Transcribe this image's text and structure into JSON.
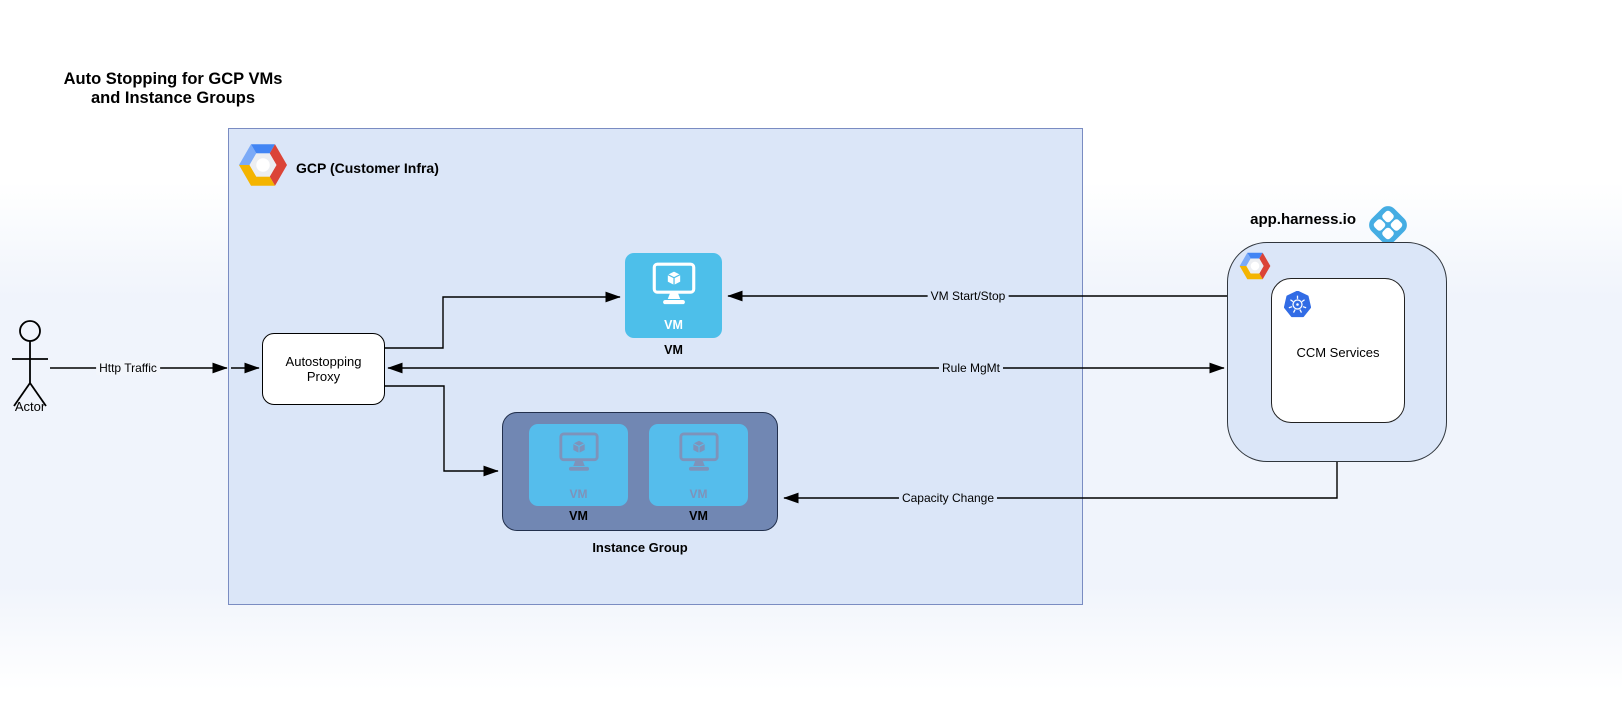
{
  "title": {
    "line1": "Auto Stopping for GCP VMs",
    "line2": "and Instance Groups"
  },
  "actor": {
    "label": "Actor"
  },
  "gcp_container": {
    "label": "GCP (Customer Infra)",
    "logo": "gcp-logo"
  },
  "proxy": {
    "label": "Autostopping Proxy"
  },
  "vm": {
    "icon_label": "VM",
    "caption": "VM",
    "icon": "vm-monitor-icon"
  },
  "instance_group": {
    "label": "Instance Group",
    "vms": [
      {
        "icon_label": "VM",
        "caption": "VM"
      },
      {
        "icon_label": "VM",
        "caption": "VM"
      }
    ]
  },
  "harness": {
    "label": "app.harness.io",
    "logo": "harness-logo",
    "gcp_logo": "gcp-logo",
    "ccm": {
      "label": "CCM Services",
      "icon": "kubernetes-logo"
    }
  },
  "edges": {
    "http_traffic": "Http Traffic",
    "vm_start_stop": "VM Start/Stop",
    "rule_mgmt": "Rule MgMt",
    "capacity_change": "Capacity Change"
  },
  "colors": {
    "gcp_fill": "#dbe6f8",
    "gcp_stroke": "#7a8cc2",
    "vm_blue": "#4dbfea",
    "ig_fill": "#7187b3",
    "ig_stroke": "#22304d",
    "tile_blue": "#55bdec",
    "ig_muted": "#7e93ba",
    "harness_blue": "#45ade3",
    "k8s_blue": "#326ce5",
    "gcp_logo_blue": "#4285f4",
    "gcp_logo_lightblue": "#7baaf7",
    "gcp_logo_red": "#db4437",
    "gcp_logo_yellow": "#f4b400",
    "edge_color": "#000000"
  }
}
